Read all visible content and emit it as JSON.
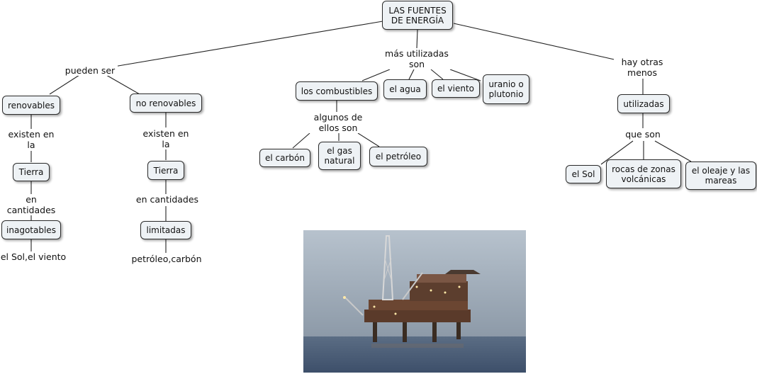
{
  "root": "LAS FUENTES\nDE ENERGÍA",
  "left": {
    "link": "pueden ser",
    "renovables": {
      "node": "renovables",
      "link1": "existen en\nla",
      "node2": "Tierra",
      "link2": "en cantidades",
      "node3": "inagotables",
      "example": "el Sol,el viento"
    },
    "no_renovables": {
      "node": "no renovables",
      "link1": "existen en\nla",
      "node2": "Tierra",
      "link2": "en cantidades",
      "node3": "limitadas",
      "example": "petróleo,carbón"
    }
  },
  "middle": {
    "link": "más utilizadas\nson",
    "items": [
      "los combustibles",
      "el agua",
      "el viento",
      "uranio o\nplutonio"
    ],
    "sub_link": "algunos de\nellos son",
    "combustibles": [
      "el carbón",
      "el gas\nnatural",
      "el petróleo"
    ]
  },
  "right": {
    "link": "hay otras\nmenos",
    "node": "utilizadas",
    "sub_link": "que son",
    "items": [
      "el Sol",
      "rocas de zonas\nvolcánicas",
      "el oleaje y las\nmareas"
    ]
  },
  "image_icon": "oil-platform-photo"
}
